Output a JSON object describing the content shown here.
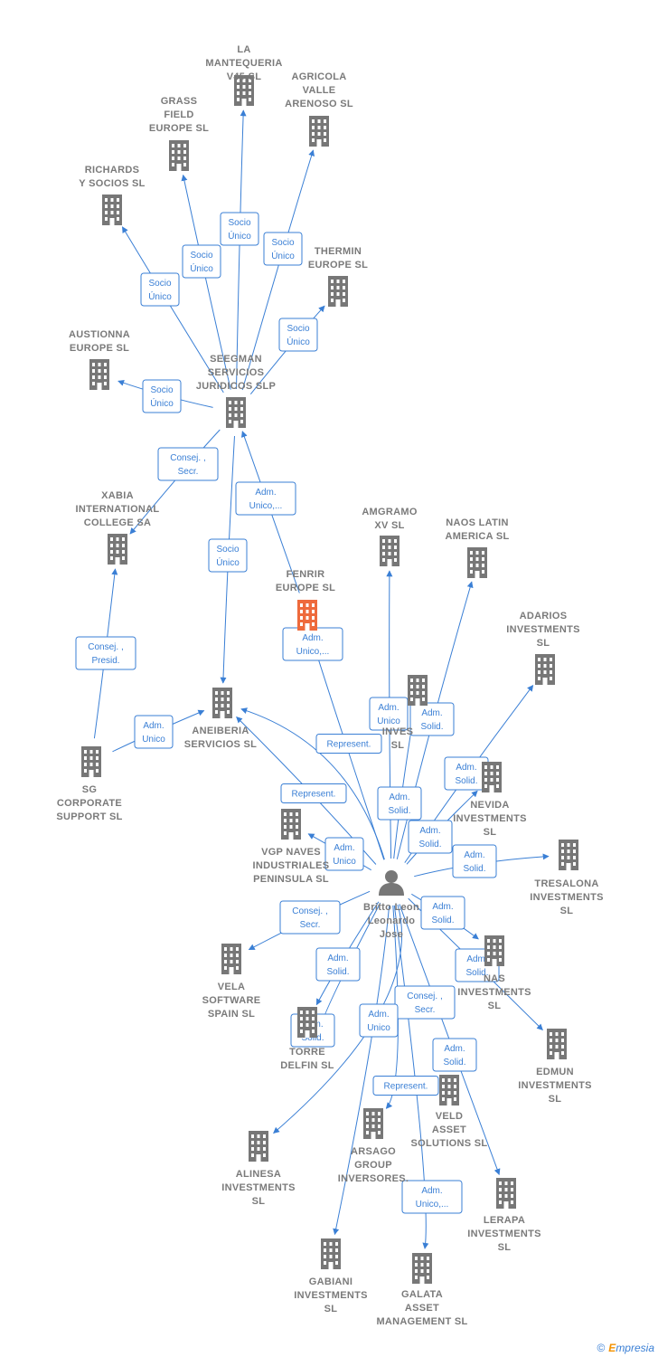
{
  "colors": {
    "building": "#777777",
    "highlight": "#ee6a3c",
    "edge": "#3a7fd5",
    "person": "#777777"
  },
  "nodes": [
    {
      "id": "lamant",
      "type": "company",
      "lines": [
        "LA",
        "MANTEQUERIA",
        "V45  SL"
      ]
    },
    {
      "id": "agricola",
      "type": "company",
      "lines": [
        "AGRICOLA",
        "VALLE",
        "ARENOSO  SL"
      ]
    },
    {
      "id": "grass",
      "type": "company",
      "lines": [
        "GRASS",
        "FIELD",
        "EUROPE  SL"
      ]
    },
    {
      "id": "richards",
      "type": "company",
      "lines": [
        "RICHARDS",
        "Y SOCIOS  SL"
      ]
    },
    {
      "id": "thermin",
      "type": "company",
      "lines": [
        "THERMIN",
        "EUROPE  SL"
      ]
    },
    {
      "id": "austionna",
      "type": "company",
      "lines": [
        "AUSTIONNA",
        "EUROPE  SL"
      ]
    },
    {
      "id": "seegman",
      "type": "company",
      "lines": [
        "SEEGMAN",
        "SERVICIOS",
        "JURIDICOS  SLP"
      ]
    },
    {
      "id": "xabia",
      "type": "company",
      "lines": [
        "XABIA",
        "INTERNATIONAL",
        "COLLEGE SA"
      ]
    },
    {
      "id": "amgramo",
      "type": "company",
      "lines": [
        "AMGRAMO",
        "XV  SL"
      ]
    },
    {
      "id": "naos",
      "type": "company",
      "lines": [
        "NAOS LATIN",
        "AMERICA  SL"
      ]
    },
    {
      "id": "fenrir",
      "type": "company",
      "highlight": true,
      "lines": [
        "FENRIR",
        "EUROPE  SL"
      ]
    },
    {
      "id": "adarios",
      "type": "company",
      "lines": [
        "ADARIOS",
        "INVESTMENTS",
        "SL"
      ]
    },
    {
      "id": "invest",
      "type": "company",
      "lines": [
        "INVES",
        "SL"
      ]
    },
    {
      "id": "aneiberia",
      "type": "company",
      "lines": [
        "ANEIBERIA",
        "SERVICIOS  SL"
      ]
    },
    {
      "id": "sg",
      "type": "company",
      "lines": [
        "SG",
        "CORPORATE",
        "SUPPORT  SL"
      ]
    },
    {
      "id": "nevida",
      "type": "company",
      "lines": [
        "NEVIDA",
        "INVESTMENTS",
        "SL"
      ]
    },
    {
      "id": "vgp",
      "type": "company",
      "lines": [
        "VGP NAVES",
        "INDUSTRIALES",
        "PENINSULA  SL"
      ]
    },
    {
      "id": "tresalona",
      "type": "company",
      "lines": [
        "TRESALONA",
        "INVESTMENTS",
        "SL"
      ]
    },
    {
      "id": "person",
      "type": "person",
      "lines": [
        "Britto Leon",
        "Leonardo",
        "Jose"
      ]
    },
    {
      "id": "vela",
      "type": "company",
      "lines": [
        "VELA",
        "SOFTWARE",
        "SPAIN  SL"
      ]
    },
    {
      "id": "nas",
      "type": "company",
      "lines": [
        "NAS",
        "INVESTMENTS",
        "SL"
      ]
    },
    {
      "id": "torre",
      "type": "company",
      "lines": [
        "TORRE",
        "DELFIN  SL"
      ]
    },
    {
      "id": "edmun",
      "type": "company",
      "lines": [
        "EDMUN",
        "INVESTMENTS",
        "SL"
      ]
    },
    {
      "id": "veld",
      "type": "company",
      "lines": [
        "VELD",
        "ASSET",
        "SOLUTIONS  SL"
      ]
    },
    {
      "id": "arsago",
      "type": "company",
      "lines": [
        "ARSAGO",
        "GROUP",
        "INVERSORES."
      ]
    },
    {
      "id": "alinesa",
      "type": "company",
      "lines": [
        "ALINESA",
        "INVESTMENTS",
        "SL"
      ]
    },
    {
      "id": "lerapa",
      "type": "company",
      "lines": [
        "LERAPA",
        "INVESTMENTS",
        "SL"
      ]
    },
    {
      "id": "gabiani",
      "type": "company",
      "lines": [
        "GABIANI",
        "INVESTMENTS",
        "SL"
      ]
    },
    {
      "id": "galata",
      "type": "company",
      "lines": [
        "GALATA",
        "ASSET",
        "MANAGEMENT SL"
      ]
    }
  ],
  "edge_labels": [
    {
      "id": "e1",
      "lines": [
        "Socio",
        "Único"
      ]
    },
    {
      "id": "e2",
      "lines": [
        "Socio",
        "Único"
      ]
    },
    {
      "id": "e3",
      "lines": [
        "Socio",
        "Único"
      ]
    },
    {
      "id": "e4",
      "lines": [
        "Socio",
        "Único"
      ]
    },
    {
      "id": "e5",
      "lines": [
        "Socio",
        "Único"
      ]
    },
    {
      "id": "e6",
      "lines": [
        "Socio",
        "Único"
      ]
    },
    {
      "id": "e7",
      "lines": [
        "Consej. ,",
        "Secr."
      ]
    },
    {
      "id": "e8",
      "lines": [
        "Adm.",
        "Unico,..."
      ]
    },
    {
      "id": "e9",
      "lines": [
        "Socio",
        "Único"
      ]
    },
    {
      "id": "e10",
      "lines": [
        "Consej. ,",
        "Presid."
      ]
    },
    {
      "id": "e11",
      "lines": [
        "Adm.",
        "Unico"
      ]
    },
    {
      "id": "e12",
      "lines": [
        "Adm.",
        "Unico,..."
      ]
    },
    {
      "id": "e13",
      "lines": [
        "Adm.",
        "Unico"
      ]
    },
    {
      "id": "e14",
      "lines": [
        "Adm.",
        "Solid."
      ]
    },
    {
      "id": "e15",
      "lines": [
        "Represent."
      ]
    },
    {
      "id": "e16",
      "lines": [
        "Adm.",
        "Solid."
      ]
    },
    {
      "id": "e17",
      "lines": [
        "Adm.",
        "Solid."
      ]
    },
    {
      "id": "e18",
      "lines": [
        "Represent."
      ]
    },
    {
      "id": "e19",
      "lines": [
        "Adm.",
        "Solid."
      ]
    },
    {
      "id": "e20",
      "lines": [
        "Adm.",
        "Unico"
      ]
    },
    {
      "id": "e21",
      "lines": [
        "Adm.",
        "Solid."
      ]
    },
    {
      "id": "e22",
      "lines": [
        "Consej. ,",
        "Secr."
      ]
    },
    {
      "id": "e23",
      "lines": [
        "Adm.",
        "Solid."
      ]
    },
    {
      "id": "e24",
      "lines": [
        "Adm.",
        "Solid."
      ]
    },
    {
      "id": "e25",
      "lines": [
        "Adm.",
        "Solid."
      ]
    },
    {
      "id": "e26",
      "lines": [
        "Consej. ,",
        "Secr."
      ]
    },
    {
      "id": "e27",
      "lines": [
        "Adm.",
        "Unico"
      ]
    },
    {
      "id": "e28",
      "lines": [
        "Adm.",
        "Solid."
      ]
    },
    {
      "id": "e29",
      "lines": [
        "Adm.",
        "Solid."
      ]
    },
    {
      "id": "e30",
      "lines": [
        "Represent."
      ]
    },
    {
      "id": "e31",
      "lines": [
        "Adm.",
        "Unico,..."
      ]
    }
  ],
  "watermark": {
    "copyright": "©",
    "brand_first": "E",
    "brand_rest": "mpresia"
  }
}
